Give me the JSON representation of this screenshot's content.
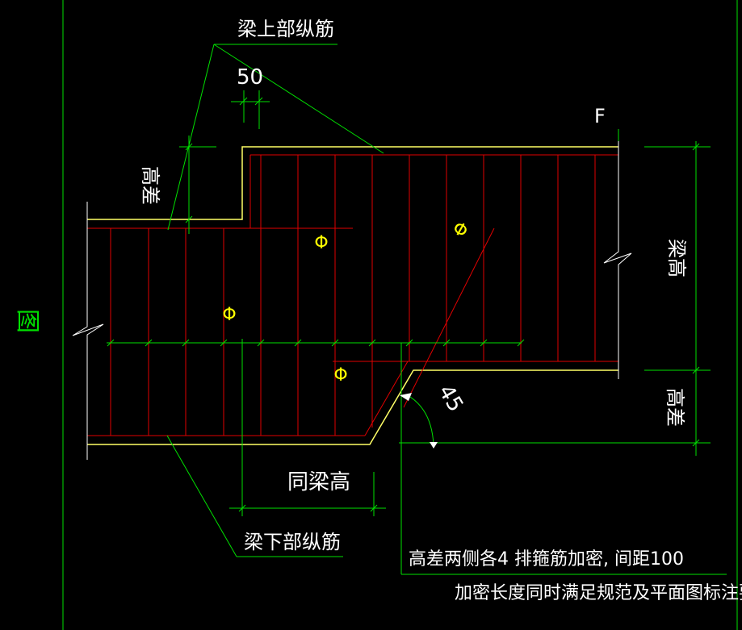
{
  "labels": {
    "top_rebar": "梁上部纵筋",
    "bottom_rebar": "梁下部纵筋",
    "dim_50": "50",
    "gridline": "F",
    "height_diff_left": "高差",
    "beam_height": "梁高",
    "height_diff_right": "高差",
    "same_beam_height": "同梁高",
    "angle": "45",
    "side_char": "图"
  },
  "notes": {
    "line1": "高差两侧各4 排箍筋加密, 间距100",
    "line2": "加密长度同时满足规范及平面图标注要求"
  },
  "rebar_symbols": [
    "Φ",
    "Φ",
    "Φ",
    "Φ"
  ],
  "colors": {
    "background": "#000000",
    "dimension": "#00e000",
    "beam_outline": "#ffff66",
    "rebar": "#e00000",
    "text": "#ffffff",
    "symbol": "#ffff00"
  }
}
